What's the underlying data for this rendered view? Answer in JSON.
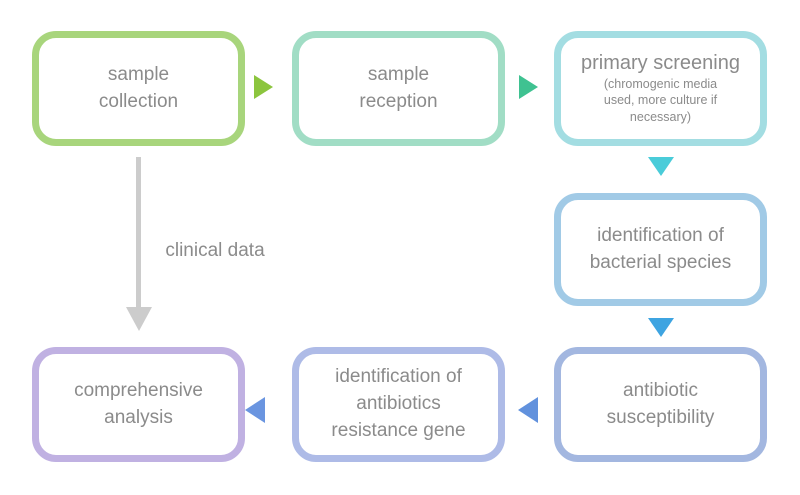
{
  "diagram": {
    "type": "flowchart",
    "background": "#ffffff",
    "text_color": "#8b8b8b",
    "boxes": [
      {
        "id": "sample-collection",
        "label": "sample\ncollection",
        "border_color": "#a8d57c"
      },
      {
        "id": "sample-reception",
        "label": "sample\nreception",
        "border_color": "#a1ddc5"
      },
      {
        "id": "primary-screening",
        "label": "primary screening",
        "sublabel": "(chromogenic media\nused, more culture if\nnecessary)",
        "border_color": "#a3dde2"
      },
      {
        "id": "identification-of-bacterial-species",
        "label": "identification of\nbacterial species",
        "border_color": "#a1cae6"
      },
      {
        "id": "antibiotic-susceptibility",
        "label": "antibiotic\nsusceptibility",
        "border_color": "#a3b7e0"
      },
      {
        "id": "identification-of-antibiotics-resistance-gene",
        "label": "identification of\nantibiotics\nresistance gene",
        "border_color": "#aebbe7"
      },
      {
        "id": "comprehensive-analysis",
        "label": "comprehensive\nanalysis",
        "border_color": "#c0b1e2"
      }
    ],
    "arrows": [
      {
        "from": "sample collection",
        "to": "sample reception",
        "direction": "right",
        "color": "#8cc53e"
      },
      {
        "from": "sample reception",
        "to": "primary screening",
        "direction": "right",
        "color": "#3fc291"
      },
      {
        "from": "primary screening",
        "to": "identification of bacterial species",
        "direction": "down",
        "color": "#4accd9"
      },
      {
        "from": "identification of bacterial species",
        "to": "antibiotic susceptibility",
        "direction": "down",
        "color": "#3ea4e1"
      },
      {
        "from": "antibiotic susceptibility",
        "to": "identification of antibiotics resistance gene",
        "direction": "left",
        "color": "#6191dd"
      },
      {
        "from": "identification of antibiotics resistance gene",
        "to": "comprehensive analysis",
        "direction": "left",
        "color": "#6a95e0"
      },
      {
        "from": "sample collection",
        "to": "comprehensive analysis",
        "direction": "down",
        "label": "clinical data",
        "color": "#cccccc"
      }
    ]
  }
}
